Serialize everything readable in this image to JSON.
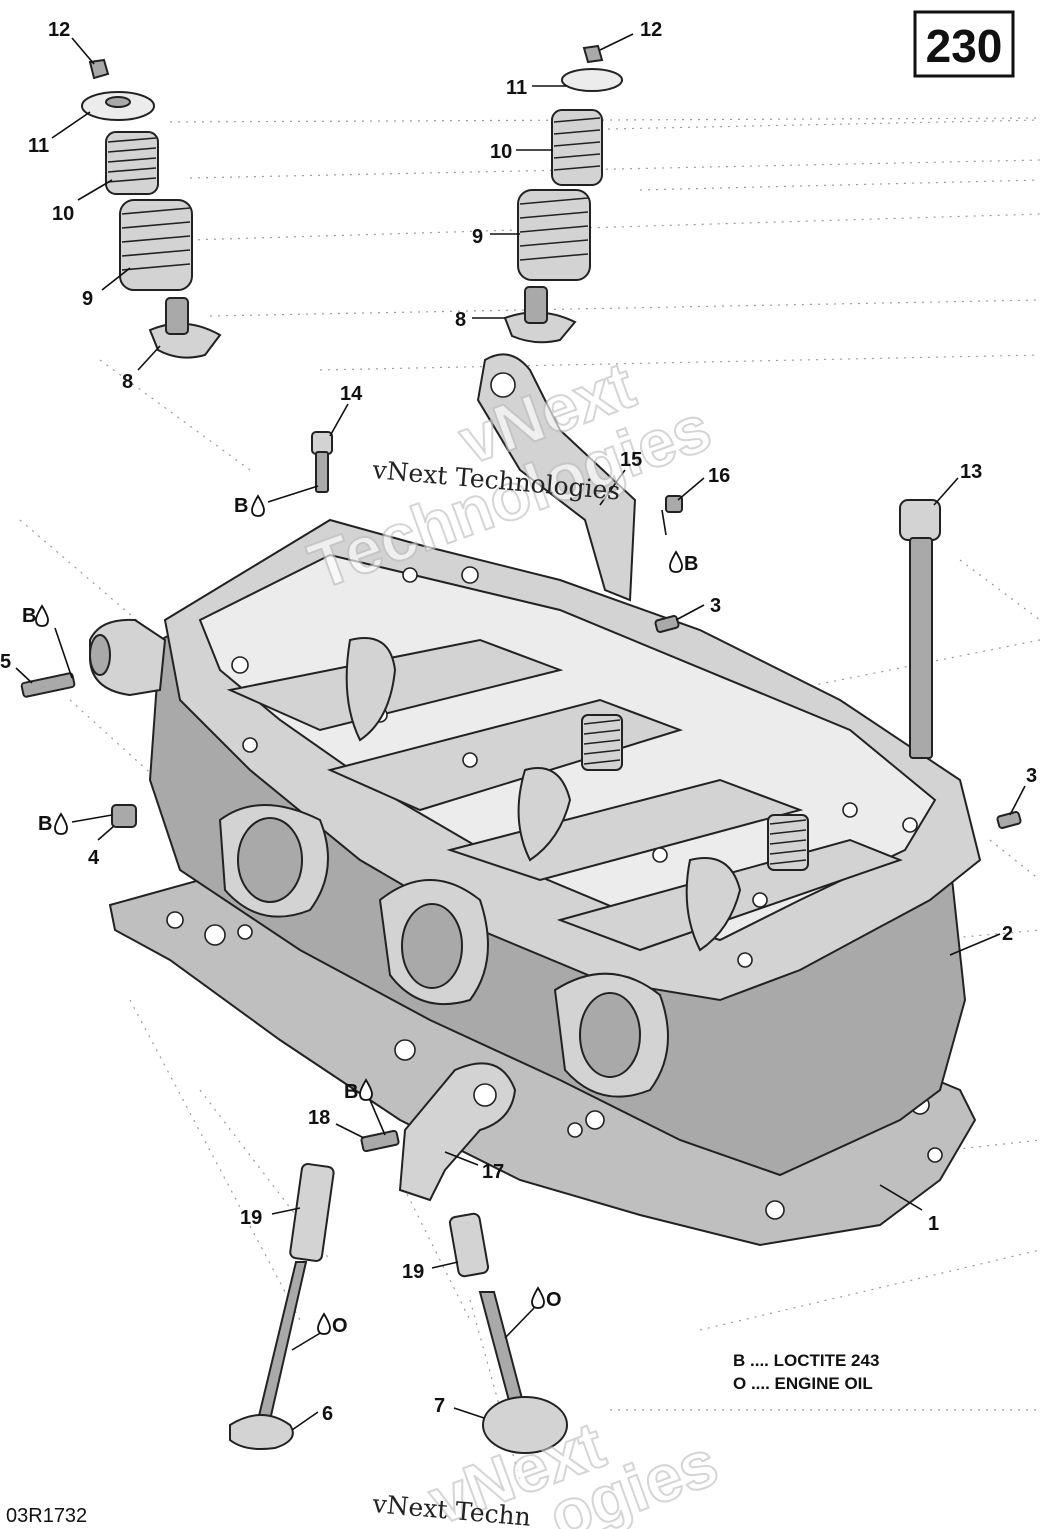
{
  "page_number": "230",
  "drawing_code": "03R1732",
  "legend": [
    {
      "code": "B",
      "text": "B .... LOCTITE 243"
    },
    {
      "code": "O",
      "text": "O .... ENGINE OIL"
    }
  ],
  "callouts": {
    "c1": "1",
    "c2": "2",
    "c3a": "3",
    "c3b": "3",
    "c4": "4",
    "c5": "5",
    "c6": "6",
    "c7": "7",
    "c8a": "8",
    "c8b": "8",
    "c9a": "9",
    "c9b": "9",
    "c10a": "10",
    "c10b": "10",
    "c11a": "11",
    "c11b": "11",
    "c12a": "12",
    "c12b": "12",
    "c13": "13",
    "c14": "14",
    "c15": "15",
    "c16": "16",
    "c17": "17",
    "c18": "18",
    "c19a": "19",
    "c19b": "19"
  },
  "symbols": {
    "s_b14": "B",
    "s_b16": "B",
    "s_b5": "B",
    "s_b4": "B",
    "s_b18": "B",
    "s_o6": "O",
    "s_o7": "O"
  },
  "watermarks": {
    "big_top_1": "vNext",
    "big_top_2": "Technologies",
    "small_top": "vNext Technologies",
    "big_bottom": "vNext",
    "big_bottom_2": "ogies",
    "small_bottom": "vNext Techn"
  }
}
